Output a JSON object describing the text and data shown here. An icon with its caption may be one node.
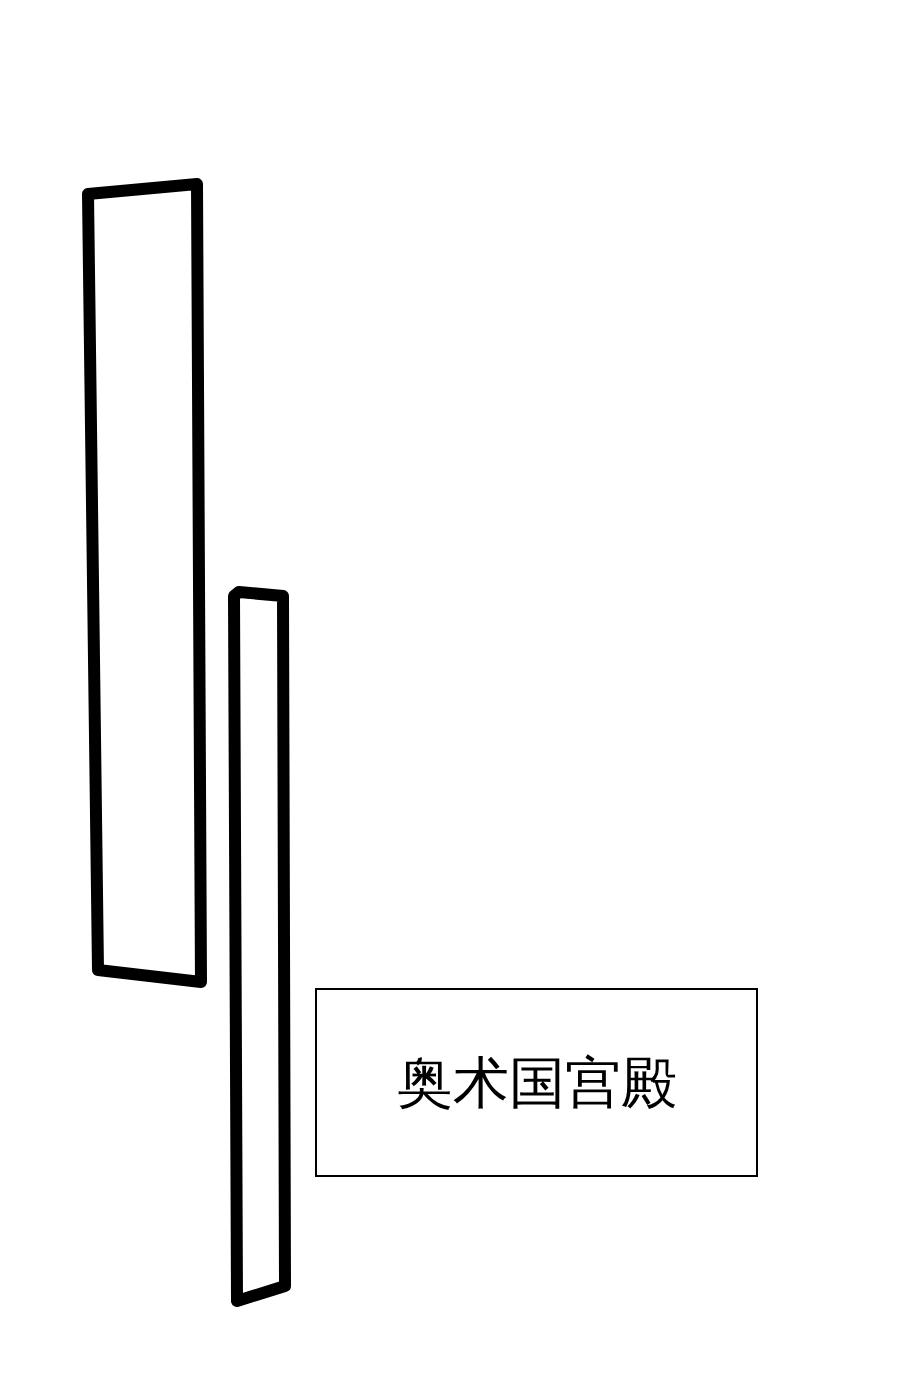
{
  "diagram": {
    "nodes": [
      {
        "text": [],
        "shape": "box"
      },
      {
        "text": [],
        "shape": "box"
      },
      {
        "text": [
          "奥术国宫殿"
        ]
      }
    ]
  }
}
